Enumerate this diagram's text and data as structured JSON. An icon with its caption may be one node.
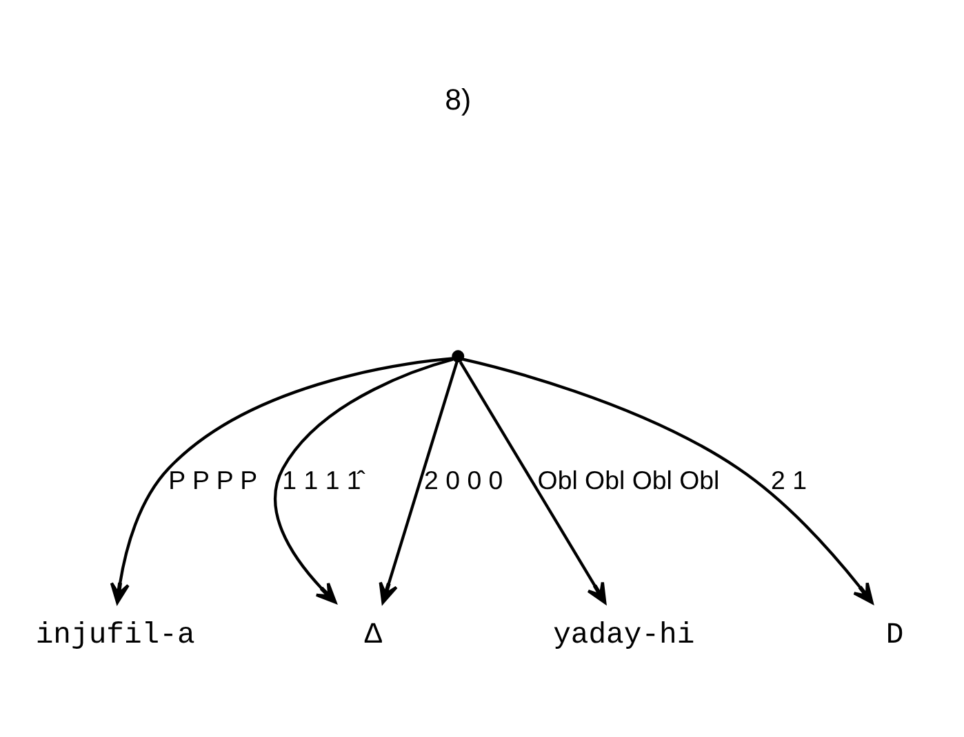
{
  "diagram": {
    "nodes": [
      {
        "text": [],
        "shape": "point"
      },
      {
        "text": [
          "injufil-a"
        ]
      },
      {
        "text": [
          "Δ"
        ]
      },
      {
        "text": [
          "yaday-hi"
        ]
      },
      {
        "text": [
          "D"
        ]
      }
    ],
    "edges": [
      {
        "from": 0,
        "to": 1,
        "arrow": "to",
        "label": "P P P P"
      },
      {
        "from": 0,
        "to": 2,
        "arrow": "to",
        "label": "1 1 1 1̂"
      },
      {
        "from": 0,
        "to": 2,
        "arrow": "to",
        "label": "2 0 0 0"
      },
      {
        "from": 0,
        "to": 3,
        "arrow": "to",
        "label": "Obl Obl Obl Obl"
      },
      {
        "from": 0,
        "to": 4,
        "arrow": "to",
        "label": "2 1"
      }
    ],
    "labels": [
      "8)"
    ]
  }
}
